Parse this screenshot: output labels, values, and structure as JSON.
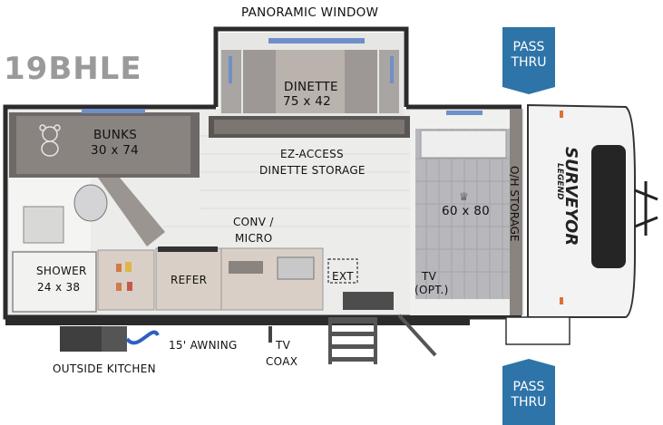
{
  "model": "19BHLE",
  "labels": {
    "panoramic_window": "PANORAMIC WINDOW",
    "dinette": "DINETTE",
    "dinette_size": "75 x 42",
    "bunks": "BUNKS",
    "bunks_size": "30 x 74",
    "ez_access": "EZ-ACCESS",
    "dinette_storage": "DINETTE STORAGE",
    "conv": "CONV /",
    "micro": "MICRO",
    "shower": "SHOWER",
    "shower_size": "24 x 38",
    "refer": "REFER",
    "ext": "EXT",
    "tv": "TV",
    "tv_opt": "(OPT.)",
    "bed_size": "60 x 80",
    "oh_storage": "O/H STORAGE",
    "awning": "15' AWNING",
    "tv_coax_1": "TV",
    "tv_coax_2": "COAX",
    "outside_kitchen": "OUTSIDE KITCHEN"
  },
  "badges": {
    "top": {
      "line1": "PASS",
      "line2": "THRU"
    },
    "bottom": {
      "line1": "PASS",
      "line2": "THRU"
    }
  },
  "colors": {
    "badge": "#2e74a8",
    "floor": "#ececea",
    "wall": "#2b2b2b",
    "cabinet": "#8a8481",
    "wood": "#d9cfc6",
    "bed": "#b8b8bc"
  }
}
